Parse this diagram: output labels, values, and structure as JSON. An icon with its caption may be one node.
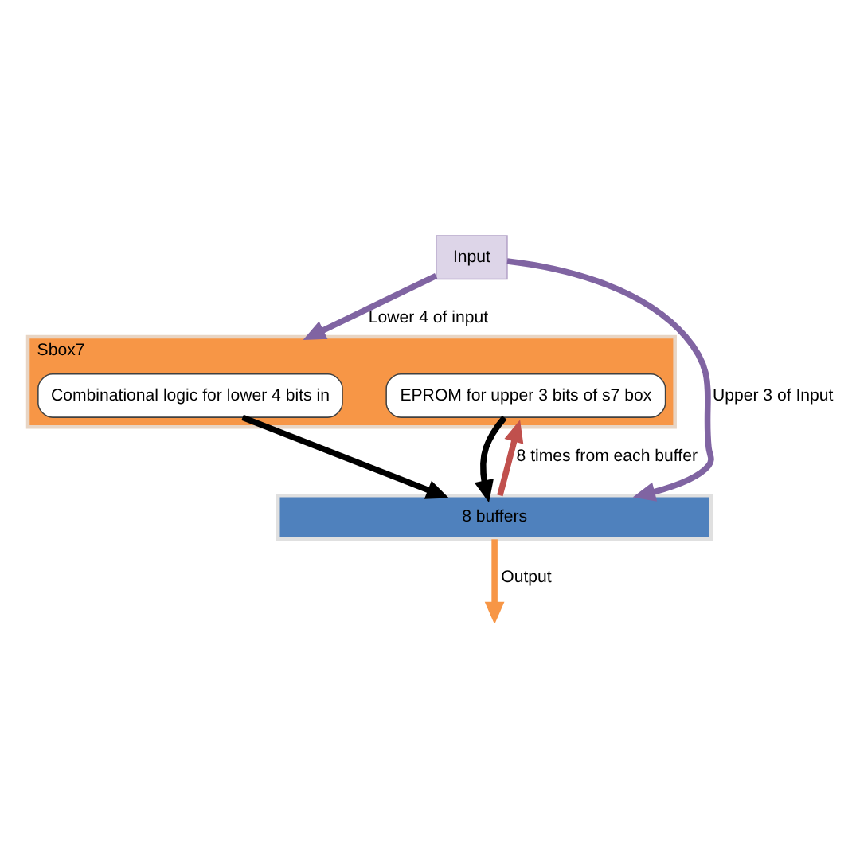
{
  "diagram": {
    "nodes": [
      {
        "text": [
          "Sbox7"
        ]
      },
      {
        "text": [
          "Combinational logic for lower 4 bits in"
        ],
        "in": 0
      },
      {
        "text": [
          "EPROM for upper 3 bits of s7 box"
        ],
        "in": 0
      },
      {
        "text": [
          "8 buffers"
        ]
      },
      {
        "text": [
          "Input"
        ]
      }
    ],
    "edges": [
      {
        "from": 4,
        "to": 0,
        "arrow": "to",
        "label": "Lower 4 of input",
        "color": "#8064a2"
      },
      {
        "from": 4,
        "to": 3,
        "arrow": "to",
        "label": "Upper 3 of Input",
        "color": "#8064a2"
      },
      {
        "from": 1,
        "to": 3,
        "arrow": "to",
        "color": "#000000"
      },
      {
        "from": 2,
        "to": 3,
        "arrow": "to",
        "color": "#000000"
      },
      {
        "from": 3,
        "to": 0,
        "arrow": "to",
        "label": "8 times from each buffer",
        "color": "#c0504d"
      },
      {
        "from": 3,
        "to": null,
        "arrow": "to",
        "label": "Output",
        "color": "#f79646"
      }
    ]
  }
}
